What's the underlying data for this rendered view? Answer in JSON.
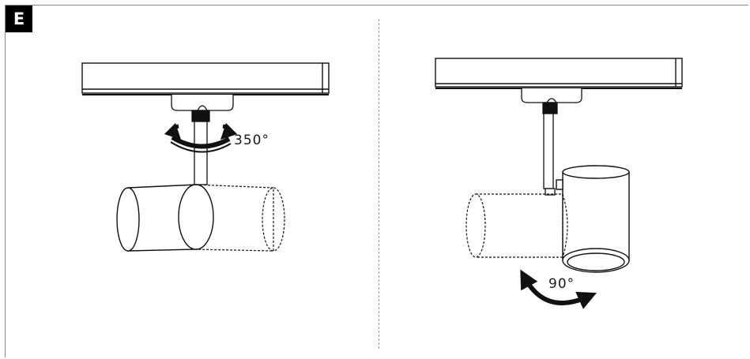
{
  "section_label": "E",
  "left_panel": {
    "rotation_label": "350°"
  },
  "right_panel": {
    "tilt_label": "90°"
  }
}
